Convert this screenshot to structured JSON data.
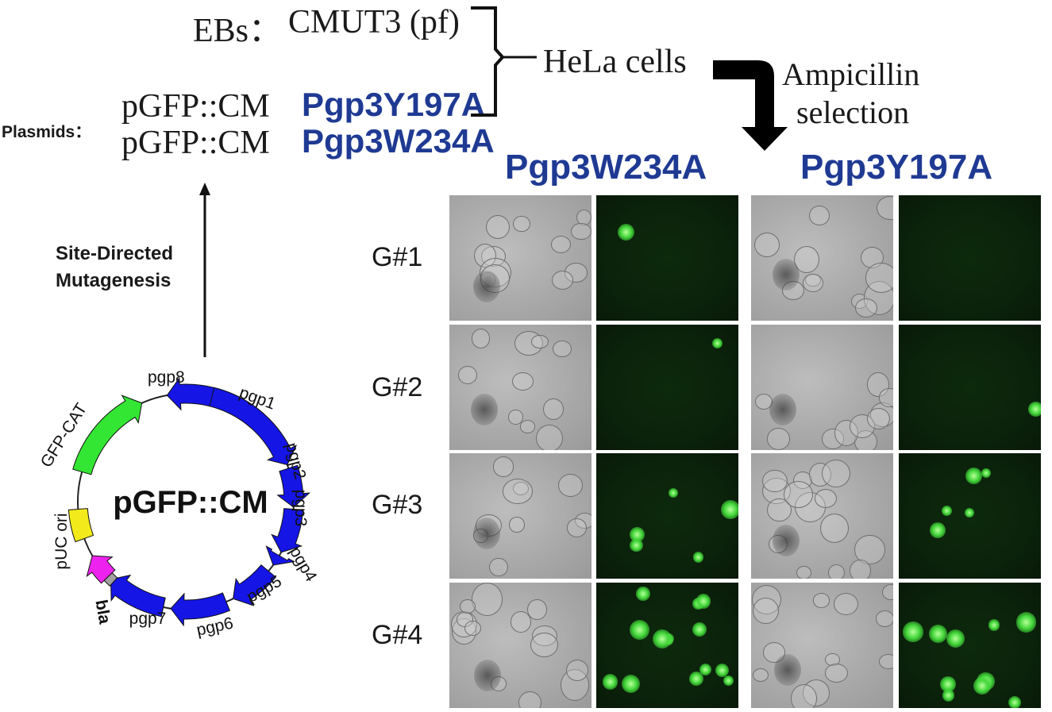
{
  "top": {
    "ebs_label": "EBs：",
    "ebs_strain": "CMUT3 (pf)",
    "plasmids_label": "Plasmids：",
    "plasmid_prefix": "pGFP::CM",
    "plasmid1_mut": "Pgp3Y197A",
    "plasmid2_mut": "Pgp3W234A",
    "hela": "HeLa cells",
    "selection_line1": "Ampicillin",
    "selection_line2": "selection"
  },
  "mutagenesis": {
    "line1": "Site-Directed",
    "line2": "Mutagenesis"
  },
  "plasmid_map": {
    "name": "pGFP::CM",
    "features": [
      "pgp8",
      "pgp1",
      "pgp2",
      "pgp3",
      "pgp4",
      "pgp5",
      "pgp6",
      "pgp7",
      "bla",
      "pUC ori",
      "GFP-CAT"
    ],
    "colors": {
      "pgp_genes": "#1515e6",
      "gfp_cat": "#33e633",
      "puc_ori": "#f2ea1a",
      "bla": "#ee22ee",
      "small_box": "#a0a0a0"
    }
  },
  "microscopy": {
    "columns": [
      "Pgp3W234A",
      "Pgp3Y197A"
    ],
    "rows": [
      "G#1",
      "G#2",
      "G#3",
      "G#4"
    ],
    "column_color": "#1f3a93",
    "fluorescence_color": "#39d139"
  }
}
